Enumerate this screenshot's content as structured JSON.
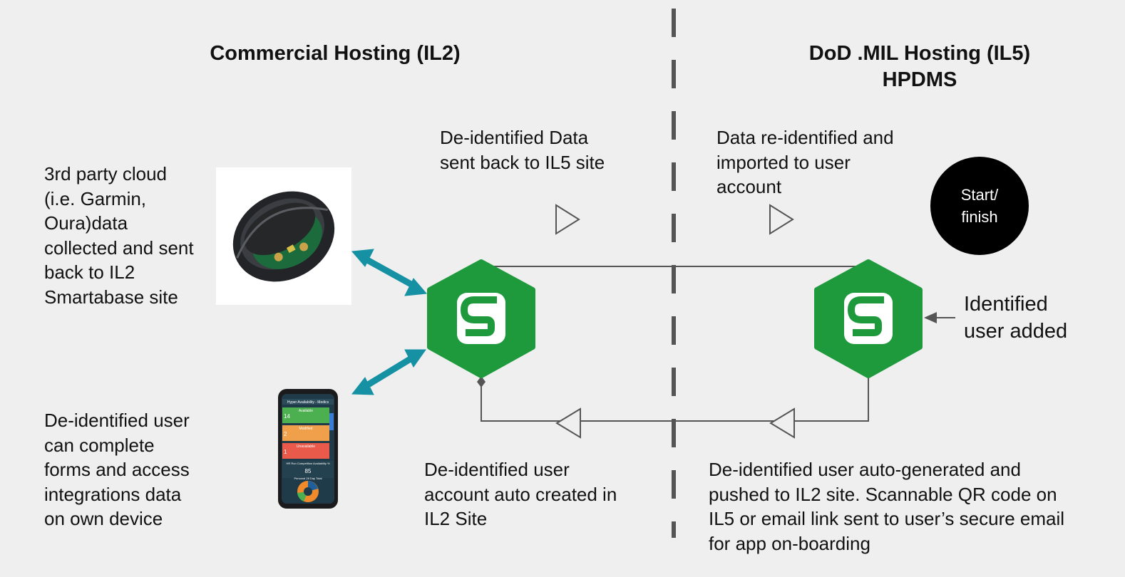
{
  "headings": {
    "left": "Commercial Hosting (IL2)",
    "right_line1": "DoD .MIL Hosting (IL5)",
    "right_line2": "HPDMS"
  },
  "labels": {
    "third_party": "3rd party cloud\n(i.e. Garmin,\nOura)data\ncollected and sent\nback to IL2\nSmartabase site",
    "deid_user_device": "De-identified user\ncan complete\nforms and access\nintegrations data\non own device",
    "deid_data_sent": "De-identified Data\nsent back to IL5 site",
    "data_reidentified": "Data re-identified and\nimported to user\naccount",
    "start_finish": "Start/\nfinish",
    "identified_user": "Identified\nuser added",
    "deid_account_created": "De-identified user\naccount auto created in\nIL2 Site",
    "deid_auto_generated": "De-identified user auto-generated and\npushed to IL2 site. Scannable QR code on\nIL5 or email link sent to user’s secure email\nfor app on-boarding"
  },
  "phone_screen": {
    "title": "Hyper Availability - Medics",
    "rows": [
      {
        "label": "Available",
        "count": "14"
      },
      {
        "label": "Modified",
        "count": "2"
      },
      {
        "label": "Unavailable",
        "count": "1"
      }
    ],
    "metric_label": "HR Run Competition Availability %",
    "metric_value": "85",
    "chart_label": "Personal 28 Day Total"
  },
  "colors": {
    "smartabase_green": "#1e9a3c",
    "teal_arrow": "#1591a3",
    "divider": "#555555",
    "connector": "#555555",
    "start_circle": "#000000"
  },
  "icons": [
    "smartabase-logo-icon",
    "smart-ring-icon",
    "phone-icon",
    "play-triangle-icon"
  ]
}
